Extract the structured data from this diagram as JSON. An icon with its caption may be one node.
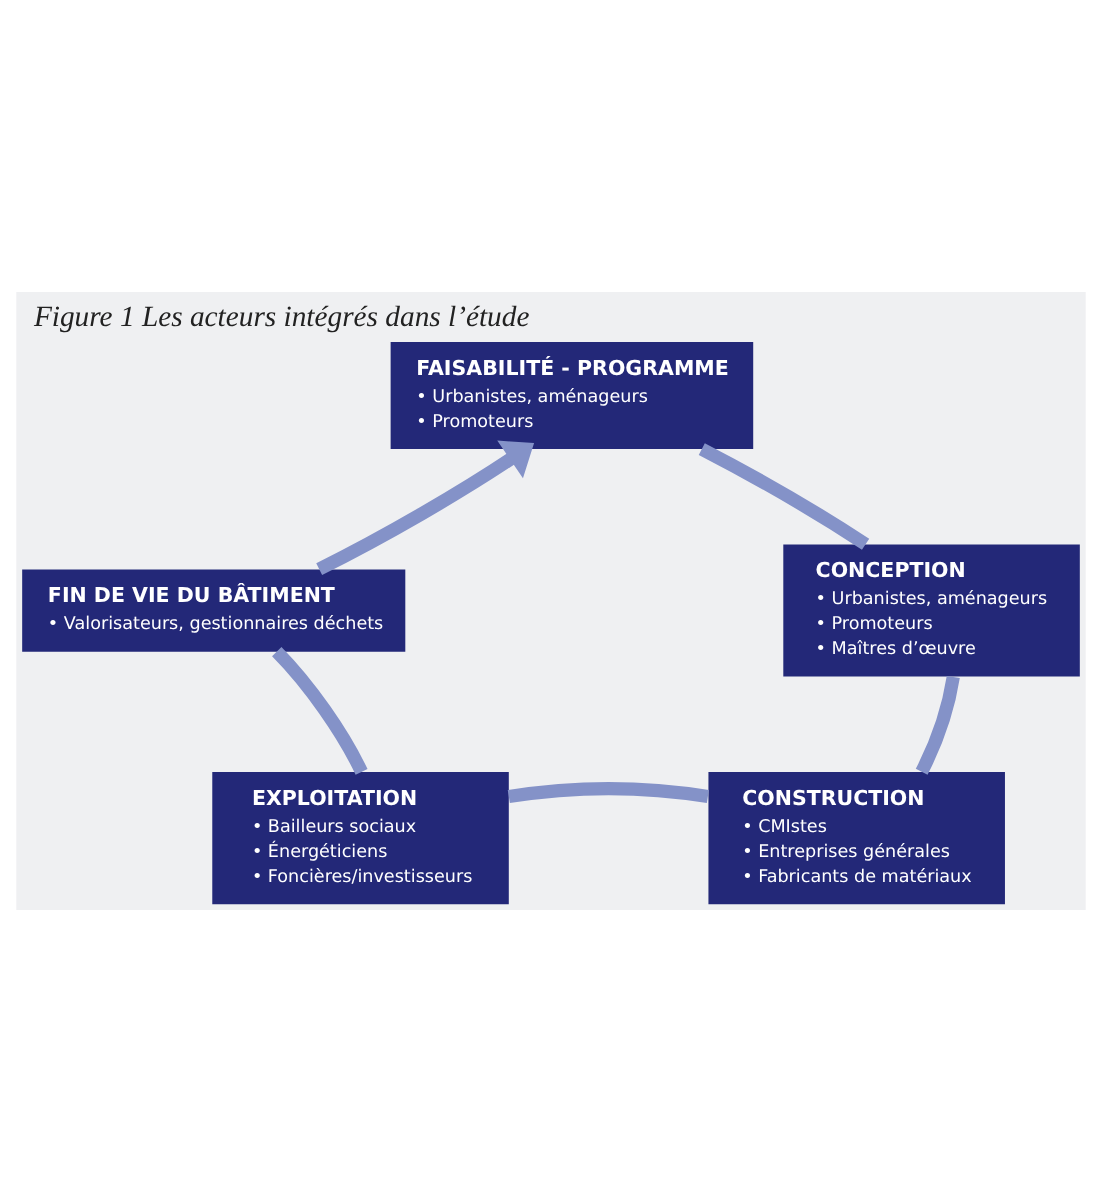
{
  "diagram": {
    "title": "Figure 1 Les acteurs intégrés dans l’étude",
    "nodes": [
      {
        "text": [
          "FAISABILITÉ - PROGRAMME",
          "• Urbanistes, aménageurs",
          "• Promoteurs"
        ]
      },
      {
        "text": [
          "FIN DE VIE DU BÂTIMENT",
          "• Valorisateurs, gestionnaires déchets"
        ]
      },
      {
        "text": [
          "CONCEPTION",
          "• Urbanistes, aménageurs",
          "• Promoteurs",
          "• Maîtres d’œuvre"
        ]
      },
      {
        "text": [
          "EXPLOITATION",
          "• Bailleurs sociaux",
          "• Énergéticiens",
          "• Foncières/investisseurs"
        ]
      },
      {
        "text": [
          "CONSTRUCTION",
          "• CMIstes",
          "• Entreprises générales",
          "• Fabricants de matériaux"
        ]
      }
    ],
    "edges": [
      {
        "from": 0,
        "to": 2,
        "arrow": "none"
      },
      {
        "from": 2,
        "to": 4,
        "arrow": "none"
      },
      {
        "from": 4,
        "to": 3,
        "arrow": "none"
      },
      {
        "from": 3,
        "to": 1,
        "arrow": "none"
      },
      {
        "from": 1,
        "to": 0,
        "arrow": "to"
      }
    ]
  }
}
